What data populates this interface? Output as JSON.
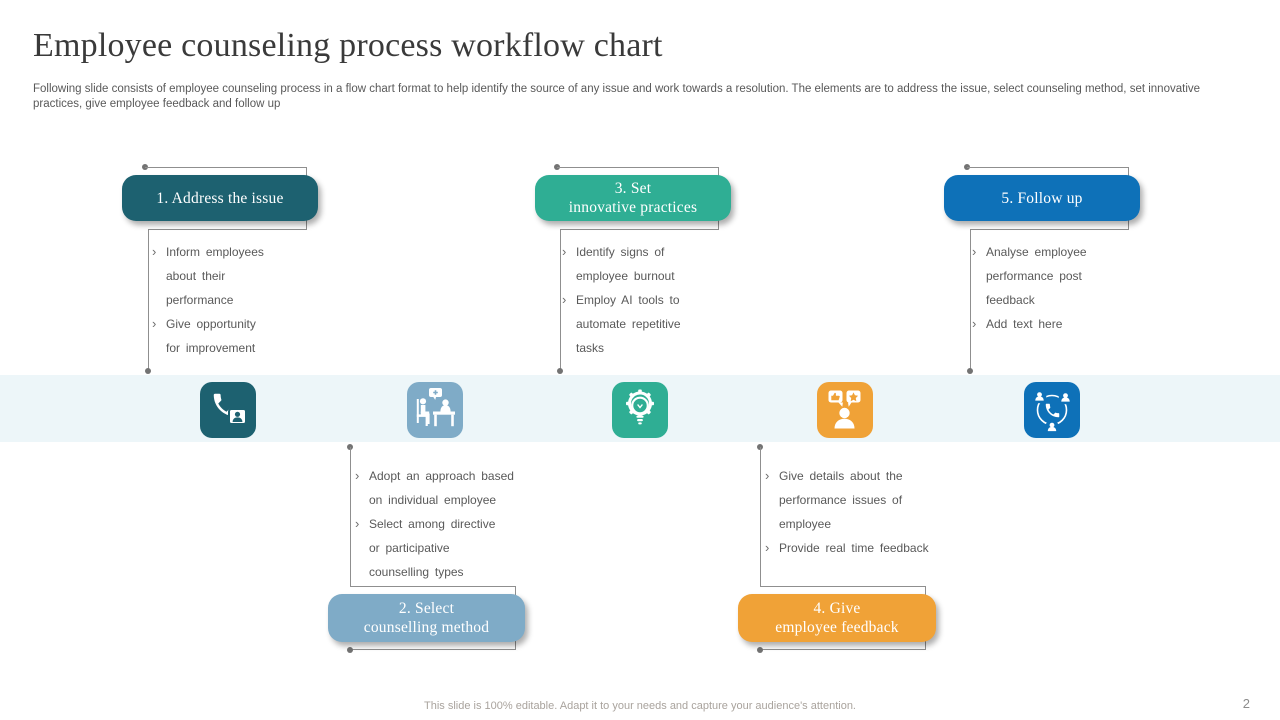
{
  "slide": {
    "title": "Employee counseling process workflow chart",
    "subtitle": "Following slide consists of employee counseling process in a flow chart format to help identify the source of any issue and work towards a resolution. The elements are to address the issue, select counseling method, set innovative practices, give employee feedback and follow up",
    "footer_note": "This slide is 100% editable. Adapt it to your needs and capture your audience's attention.",
    "page_number": "2"
  },
  "bullet_marker": "›",
  "colors": {
    "teal_dark": "#1d6170",
    "teal_green": "#2fae94",
    "blue": "#0e71b8",
    "light_blue": "#7fabc7",
    "orange": "#f0a237",
    "band_background": "#edf6f9",
    "connector_gray": "#8f8f8f",
    "body_text": "#595959",
    "title_text": "#3a3a3a"
  },
  "steps": [
    {
      "label": "1. Address the issue",
      "color": "#1d6170",
      "icon": "phone-contact-icon",
      "bullets": [
        "Inform employees\nabout their\nperformance",
        "Give opportunity\nfor improvement"
      ]
    },
    {
      "label": "2. Select\ncounselling method",
      "color": "#7fabc7",
      "icon": "counseling-session-icon",
      "bullets": [
        "Adopt an approach based\non individual employee",
        "Select among directive\nor participative\ncounselling types"
      ]
    },
    {
      "label": "3. Set\ninnovative practices",
      "color": "#2fae94",
      "icon": "innovation-bulb-gear-icon",
      "bullets": [
        "Identify signs of\nemployee burnout",
        "Employ AI tools to\nautomate repetitive\ntasks"
      ]
    },
    {
      "label": "4. Give\nemployee feedback",
      "color": "#f0a237",
      "icon": "person-feedback-icon",
      "bullets": [
        "Give details about the\nperformance issues of\nemployee",
        "Provide real time feedback"
      ]
    },
    {
      "label": "5. Follow up",
      "color": "#0e71b8",
      "icon": "network-call-icon",
      "bullets": [
        "Analyse employee\nperformance post\nfeedback",
        "Add text here"
      ]
    }
  ]
}
